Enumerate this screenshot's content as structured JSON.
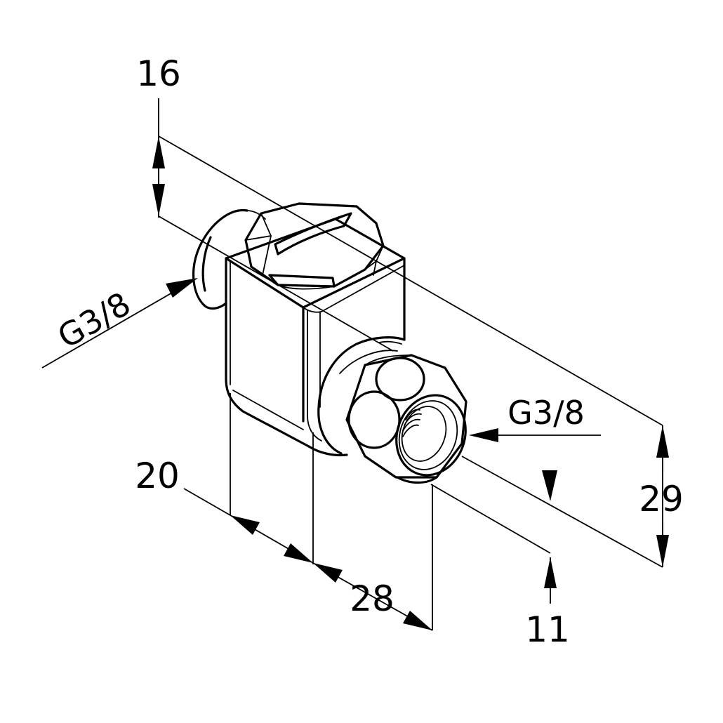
{
  "drawing": {
    "dimensions": {
      "top_left": "16",
      "width_left": "20",
      "width_center": "28",
      "bottom_right": "11",
      "height_right": "29"
    },
    "thread_labels": {
      "inlet": "G3/8",
      "outlet": "G3/8"
    },
    "colors": {
      "line": "#000000",
      "background": "#ffffff"
    }
  }
}
